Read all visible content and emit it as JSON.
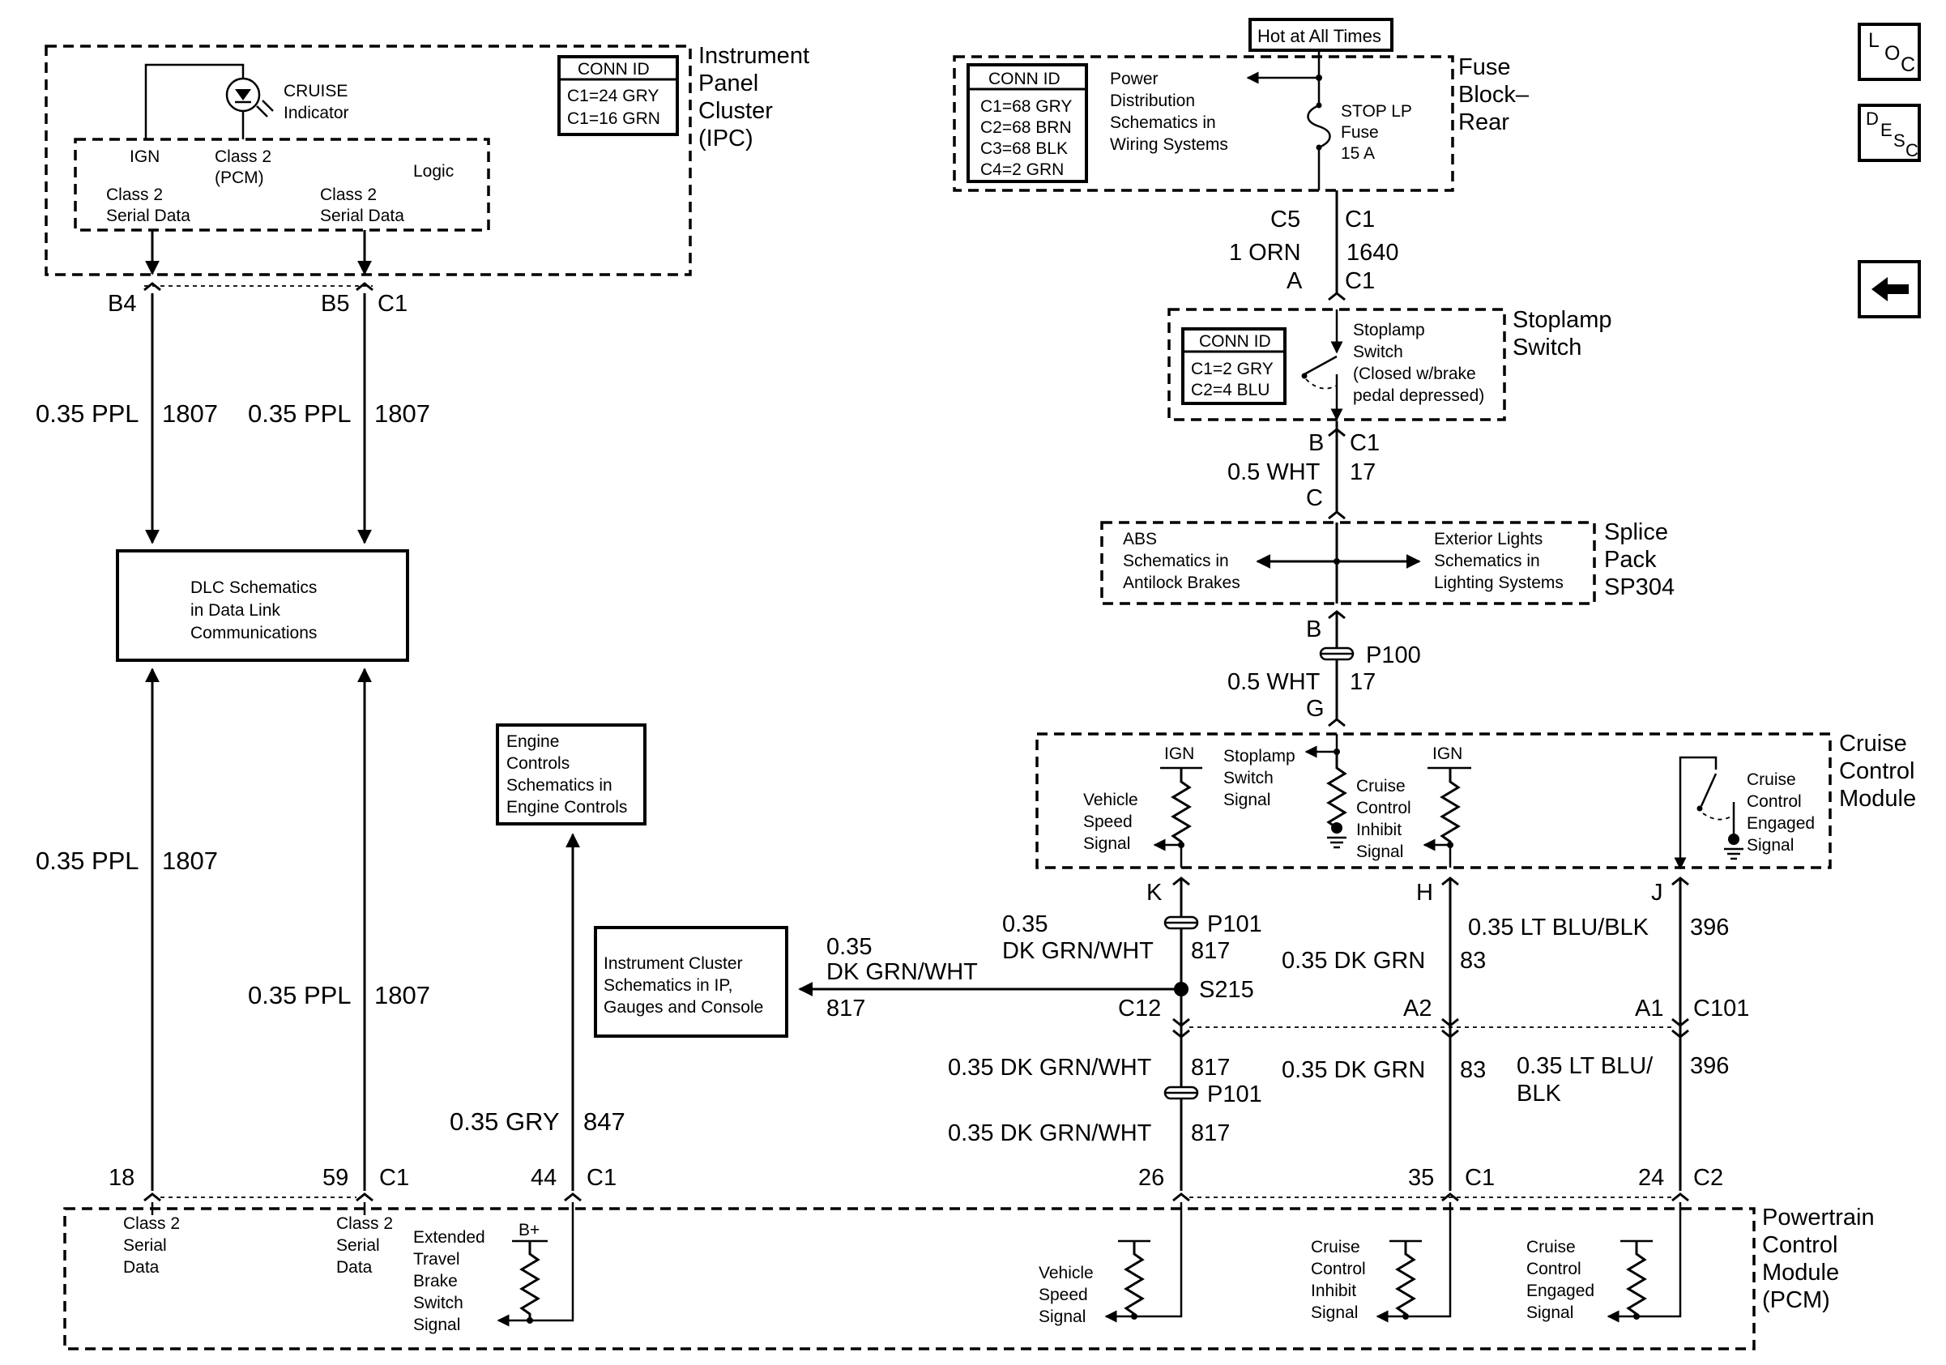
{
  "ipc": {
    "title_1": "Instrument",
    "title_2": "Panel",
    "title_3": "Cluster",
    "title_4": "(IPC)",
    "conn_id": "CONN ID",
    "conn_c1": "C1=24 GRY",
    "conn_c2": "C1=16 GRN",
    "cruise_1": "CRUISE",
    "cruise_2": "Indicator",
    "ign": "IGN",
    "class2_pcm_1": "Class 2",
    "class2_pcm_2": "(PCM)",
    "logic": "Logic",
    "serial_a_1": "Class 2",
    "serial_a_2": "Serial Data",
    "serial_b_1": "Class 2",
    "serial_b_2": "Serial Data",
    "pin_b4": "B4",
    "pin_b5": "B5",
    "conn": "C1"
  },
  "wires_left": {
    "a_size": "0.35 PPL",
    "a_circuit": "1807",
    "b_size": "0.35 PPL",
    "b_circuit": "1807",
    "c_size": "0.35 PPL",
    "c_circuit": "1807",
    "d_size": "0.35 PPL",
    "d_circuit": "1807",
    "e_size": "0.35 GRY",
    "e_circuit": "847"
  },
  "dlc": {
    "line1": "DLC Schematics",
    "line2": "in Data Link",
    "line3": "Communications"
  },
  "engine_controls": {
    "line1": "Engine",
    "line2": "Controls",
    "line3": "Schematics in",
    "line4": "Engine Controls"
  },
  "instrument_cluster": {
    "line1": "Instrument Cluster",
    "line2": "Schematics in IP,",
    "line3": "Gauges and Console"
  },
  "fuse_block": {
    "hot": "Hot at All Times",
    "title_1": "Fuse",
    "title_2": "Block–",
    "title_3": "Rear",
    "conn_id": "CONN ID",
    "c1": "C1=68 GRY",
    "c2": "C2=68 BRN",
    "c3": "C3=68 BLK",
    "c4": "C4=2 GRN",
    "pd_1": "Power",
    "pd_2": "Distribution",
    "pd_3": "Schematics in",
    "pd_4": "Wiring Systems",
    "fuse_1": "STOP LP",
    "fuse_2": "Fuse",
    "fuse_3": "15 A",
    "pin_c5": "C5",
    "pin_c1": "C1"
  },
  "wire_1640": {
    "size": "1 ORN",
    "circuit": "1640",
    "pin": "A",
    "conn": "C1"
  },
  "stoplamp": {
    "title_1": "Stoplamp",
    "title_2": "Switch",
    "conn_id": "CONN ID",
    "c1": "C1=2 GRY",
    "c2": "C2=4 BLU",
    "desc_1": "Stoplamp",
    "desc_2": "Switch",
    "desc_3": "(Closed w/brake",
    "desc_4": "pedal depressed)",
    "pin_b": "B",
    "conn": "C1"
  },
  "wire_17a": {
    "size": "0.5 WHT",
    "circuit": "17",
    "pin": "C"
  },
  "splice": {
    "title_1": "Splice",
    "title_2": "Pack",
    "title_3": "SP304",
    "abs_1": "ABS",
    "abs_2": "Schematics in",
    "abs_3": "Antilock Brakes",
    "ext_1": "Exterior Lights",
    "ext_2": "Schematics in",
    "ext_3": "Lighting Systems",
    "pin_b": "B",
    "p100": "P100"
  },
  "wire_17b": {
    "size": "0.5 WHT",
    "circuit": "17",
    "pin": "G"
  },
  "ccm": {
    "title_1": "Cruise",
    "title_2": "Control",
    "title_3": "Module",
    "ign_a": "IGN",
    "ign_b": "IGN",
    "vss_1": "Vehicle",
    "vss_2": "Speed",
    "vss_3": "Signal",
    "sls_1": "Stoplamp",
    "sls_2": "Switch",
    "sls_3": "Signal",
    "cci_1": "Cruise",
    "cci_2": "Control",
    "cci_3": "Inhibit",
    "cci_4": "Signal",
    "cce_1": "Cruise",
    "cce_2": "Control",
    "cce_3": "Engaged",
    "cce_4": "Signal",
    "pin_k": "K",
    "pin_h": "H",
    "pin_j": "J"
  },
  "wires_right": {
    "p101": "P101",
    "p101b": "P101",
    "k_size_1": "0.35",
    "k_size_2": "DK GRN/WHT",
    "k_circuit": "817",
    "branch_size_1": "0.35",
    "branch_size_2": "DK GRN/WHT",
    "branch_circuit": "817",
    "s215": "S215",
    "c12": "C12",
    "h_size": "0.35 DK GRN",
    "h_circuit": "83",
    "j_size": "0.35 LT BLU/BLK",
    "j_circuit": "396",
    "pin_a2": "A2",
    "pin_a1": "A1",
    "c101": "C101",
    "k2_size": "0.35 DK GRN/WHT",
    "k2_circuit": "817",
    "h2_size": "0.35 DK GRN",
    "h2_circuit": "83",
    "j2_size_1": "0.35 LT BLU/",
    "j2_size_2": "BLK",
    "j2_circuit": "396",
    "k3_size": "0.35 DK GRN/WHT",
    "k3_circuit": "817"
  },
  "pcm": {
    "title_1": "Powertrain",
    "title_2": "Control",
    "title_3": "Module",
    "title_4": "(PCM)",
    "pin_18": "18",
    "pin_59": "59",
    "conn_c1a": "C1",
    "pin_44": "44",
    "conn_c1b": "C1",
    "pin_26": "26",
    "pin_35": "35",
    "conn_c1c": "C1",
    "pin_24": "24",
    "conn_c2": "C2",
    "sd_a_1": "Class 2",
    "sd_a_2": "Serial",
    "sd_a_3": "Data",
    "sd_b_1": "Class 2",
    "sd_b_2": "Serial",
    "sd_b_3": "Data",
    "ext_1": "Extended",
    "ext_2": "Travel",
    "ext_3": "Brake",
    "ext_4": "Switch",
    "ext_5": "Signal",
    "bplus": "B+",
    "vss_1": "Vehicle",
    "vss_2": "Speed",
    "vss_3": "Signal",
    "cci_1": "Cruise",
    "cci_2": "Control",
    "cci_3": "Inhibit",
    "cci_4": "Signal",
    "cce_1": "Cruise",
    "cce_2": "Control",
    "cce_3": "Engaged",
    "cce_4": "Signal"
  },
  "nav": {
    "loc_l": "L",
    "loc_o": "O",
    "loc_c": "C",
    "desc_d": "D",
    "desc_e": "E",
    "desc_s": "S",
    "desc_c": "C"
  },
  "icons": {
    "back": "arrow-left-icon",
    "loc": "loc-icon",
    "desc": "desc-icon"
  }
}
